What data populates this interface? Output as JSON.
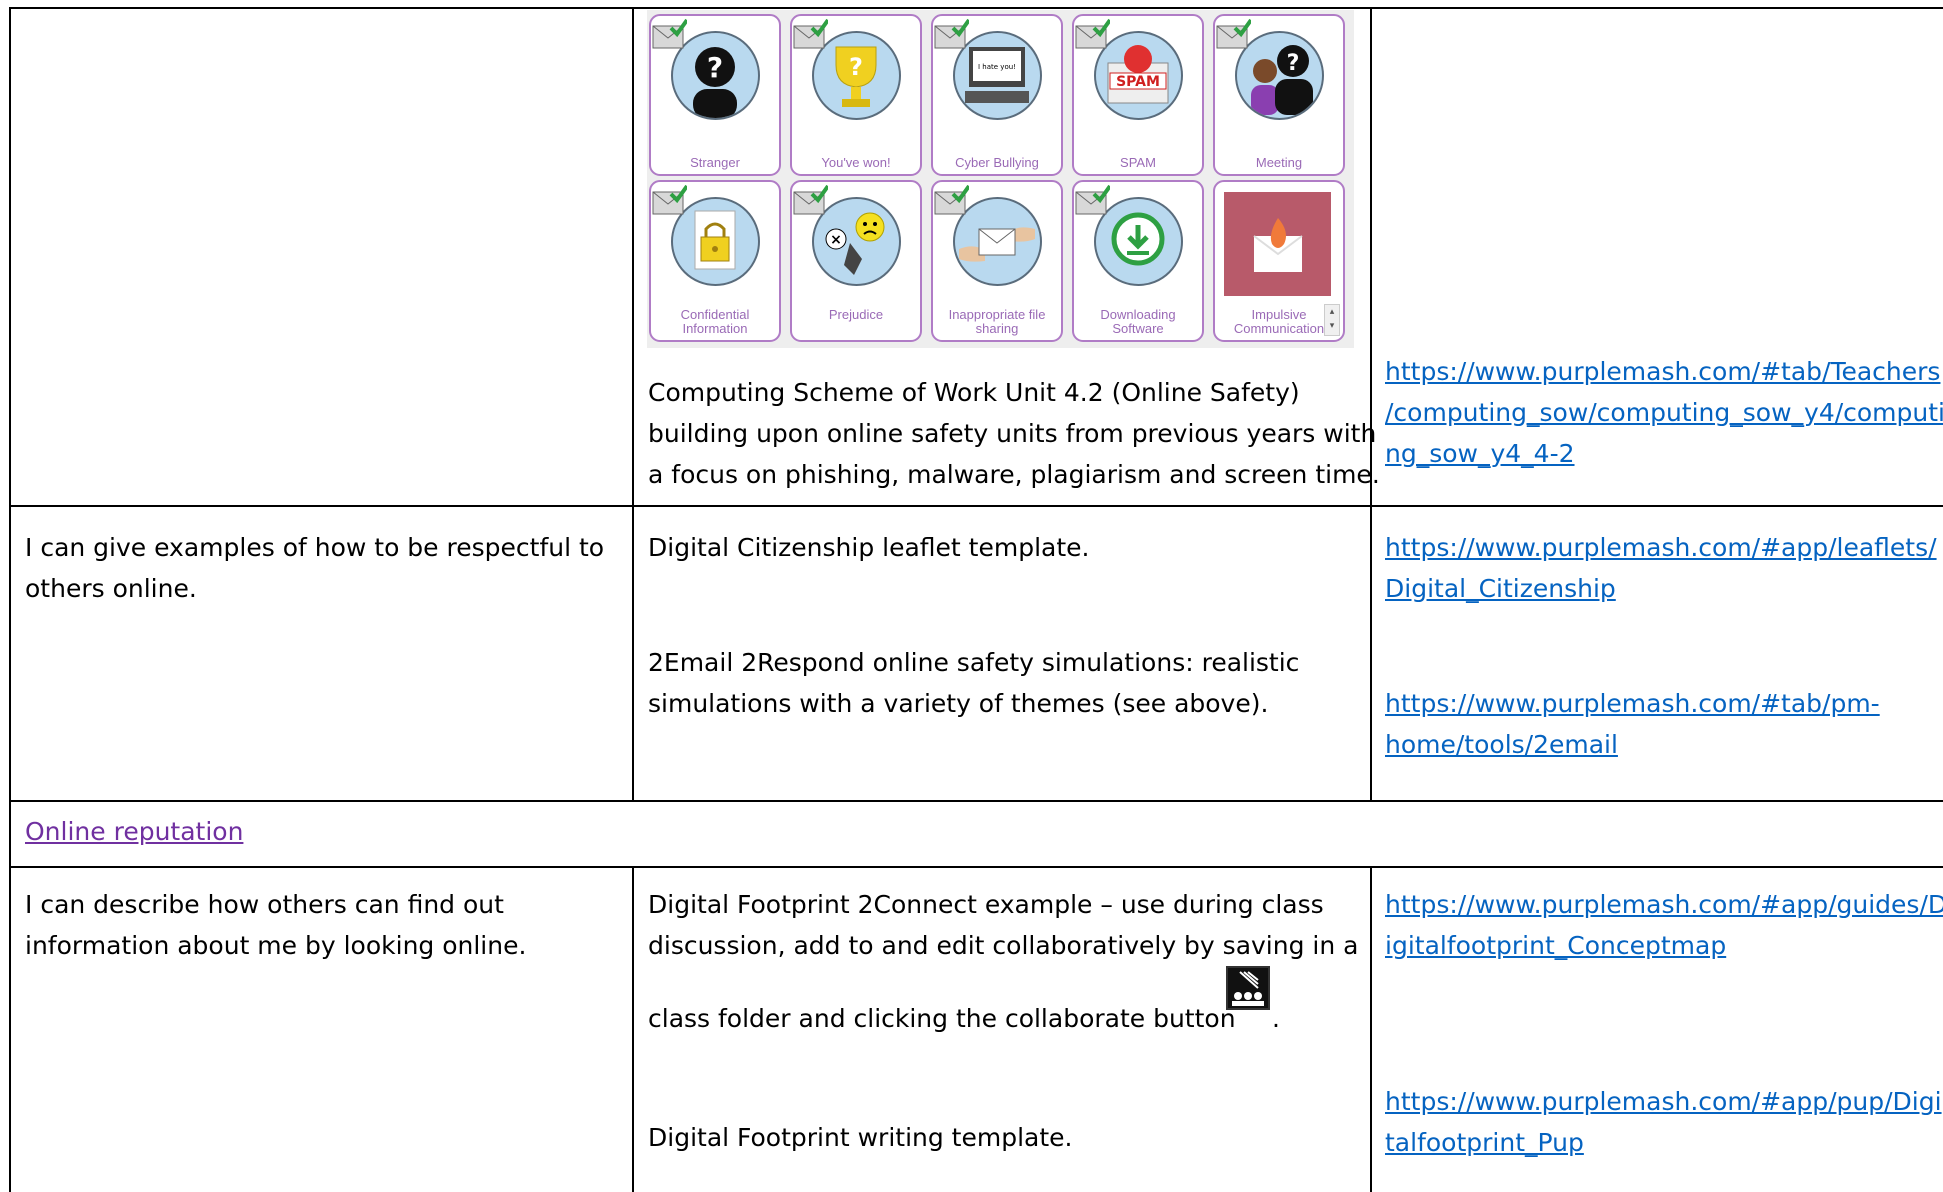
{
  "tiles": [
    {
      "label": "Stranger",
      "icon": "stranger-icon"
    },
    {
      "label": "You've won!",
      "icon": "trophy-icon"
    },
    {
      "label": "Cyber Bullying",
      "icon": "computer-icon"
    },
    {
      "label": "SPAM",
      "icon": "spam-icon"
    },
    {
      "label": "Meeting",
      "icon": "meeting-icon"
    },
    {
      "label": "Confidential\nInformation",
      "icon": "lock-file-icon"
    },
    {
      "label": "Prejudice",
      "icon": "sad-face-icon"
    },
    {
      "label": "Inappropriate file\nsharing",
      "icon": "envelope-hand-icon"
    },
    {
      "label": "Downloading\nSoftware",
      "icon": "download-icon"
    },
    {
      "label": "Impulsive\nCommunication",
      "icon": "fire-envelope-icon"
    }
  ],
  "icon_texts": {
    "spam": "SPAM",
    "hate": "I hate you!"
  },
  "row1": {
    "desc": [
      "Computing Scheme of Work Unit 4.2 (Online Safety)",
      "building upon online safety units from previous years with",
      "a focus on phishing, malware, plagiarism and screen time."
    ],
    "link": [
      "https://www.purplemash.com/#tab/Teachers",
      "/computing_sow/computing_sow_y4/computi",
      "ng_sow_y4_4-2"
    ]
  },
  "row2": {
    "statement": [
      "I can give examples of how to be respectful to",
      "others online."
    ],
    "res1": "Digital Citizenship leaflet template.",
    "res2": [
      "2Email 2Respond online safety simulations: realistic",
      "simulations with a variety of themes (see above)."
    ],
    "link1": [
      "https://www.purplemash.com/#app/leaflets/",
      "Digital_Citizenship"
    ],
    "link2": [
      "https://www.purplemash.com/#tab/pm-",
      "home/tools/2email"
    ]
  },
  "section_heading": "Online reputation",
  "row3": {
    "statement": [
      "I can describe how others can find out",
      "information about me by looking online."
    ],
    "res1": [
      "Digital Footprint 2Connect example – use during class",
      "discussion, add to and edit collaboratively by saving in a",
      "class folder and clicking the collaborate button"
    ],
    "res1_end": ".",
    "res2": "Digital Footprint writing template.",
    "link1": [
      "https://www.purplemash.com/#app/guides/D",
      "igitalfootprint_Conceptmap"
    ],
    "link2": [
      "https://www.purplemash.com/#app/pup/Digi",
      "talfootprint_Pup"
    ]
  },
  "colors": {
    "link": "#0563C1",
    "visited_link": "#7030A0",
    "tile_border": "#b07cc6"
  }
}
